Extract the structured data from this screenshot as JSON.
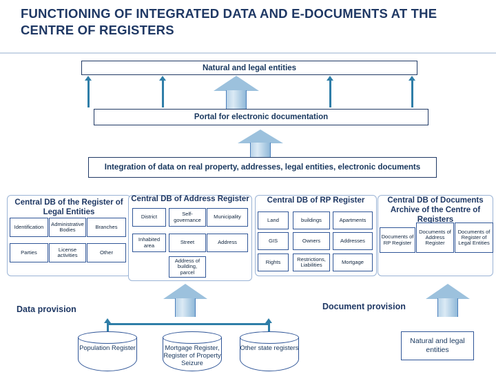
{
  "title": "FUNCTIONING OF INTEGRATED DATA AND E-DOCUMENTS AT THE CENTRE OF REGISTERS",
  "bars": {
    "natural_legal_entities": "Natural and legal entities",
    "portal": "Portal for electronic documentation",
    "integration": "Integration of data on real property, addresses, legal entities, electronic documents"
  },
  "panels": {
    "legal_entities": {
      "title": "Central DB of the Register of Legal Entities",
      "cells": [
        "Identification",
        "Administrative Bodies",
        "Branches",
        "Parties",
        "License activities",
        "Other"
      ]
    },
    "address_register": {
      "title": "Central DB of Address Register",
      "cells": [
        "District",
        "Self-governance",
        "Municipality",
        "Inhabited area",
        "Street",
        "Address",
        "Address of building, parcel"
      ]
    },
    "rp_register": {
      "title": "Central DB of RP Register",
      "cells": [
        "Land",
        "buildings",
        "Apartments",
        "GIS",
        "Owners",
        "Addresses",
        "Rights",
        "Restrictions, Liabilities",
        "Mortgage"
      ]
    },
    "documents_archive": {
      "title": "Central DB of Documents Archive of the Centre of Registers",
      "cells": [
        "Documents of RP Register",
        "Documents of Address Register",
        "Documents of Register of Legal Entities"
      ]
    }
  },
  "labels": {
    "data_provision": "Data provision",
    "document_provision": "Document provision"
  },
  "cylinders": [
    {
      "label": "Population Register"
    },
    {
      "label": "Mortgage Register, Register of Property Seizure"
    },
    {
      "label": "Other state registers"
    }
  ],
  "bottom_box": {
    "label": "Natural and legal entities"
  },
  "colors": {
    "title": "#1f3864",
    "box_border": "#2f5597",
    "arrow_stroke": "#2f7ea8",
    "arrow_fill": "#b9d3e8"
  }
}
